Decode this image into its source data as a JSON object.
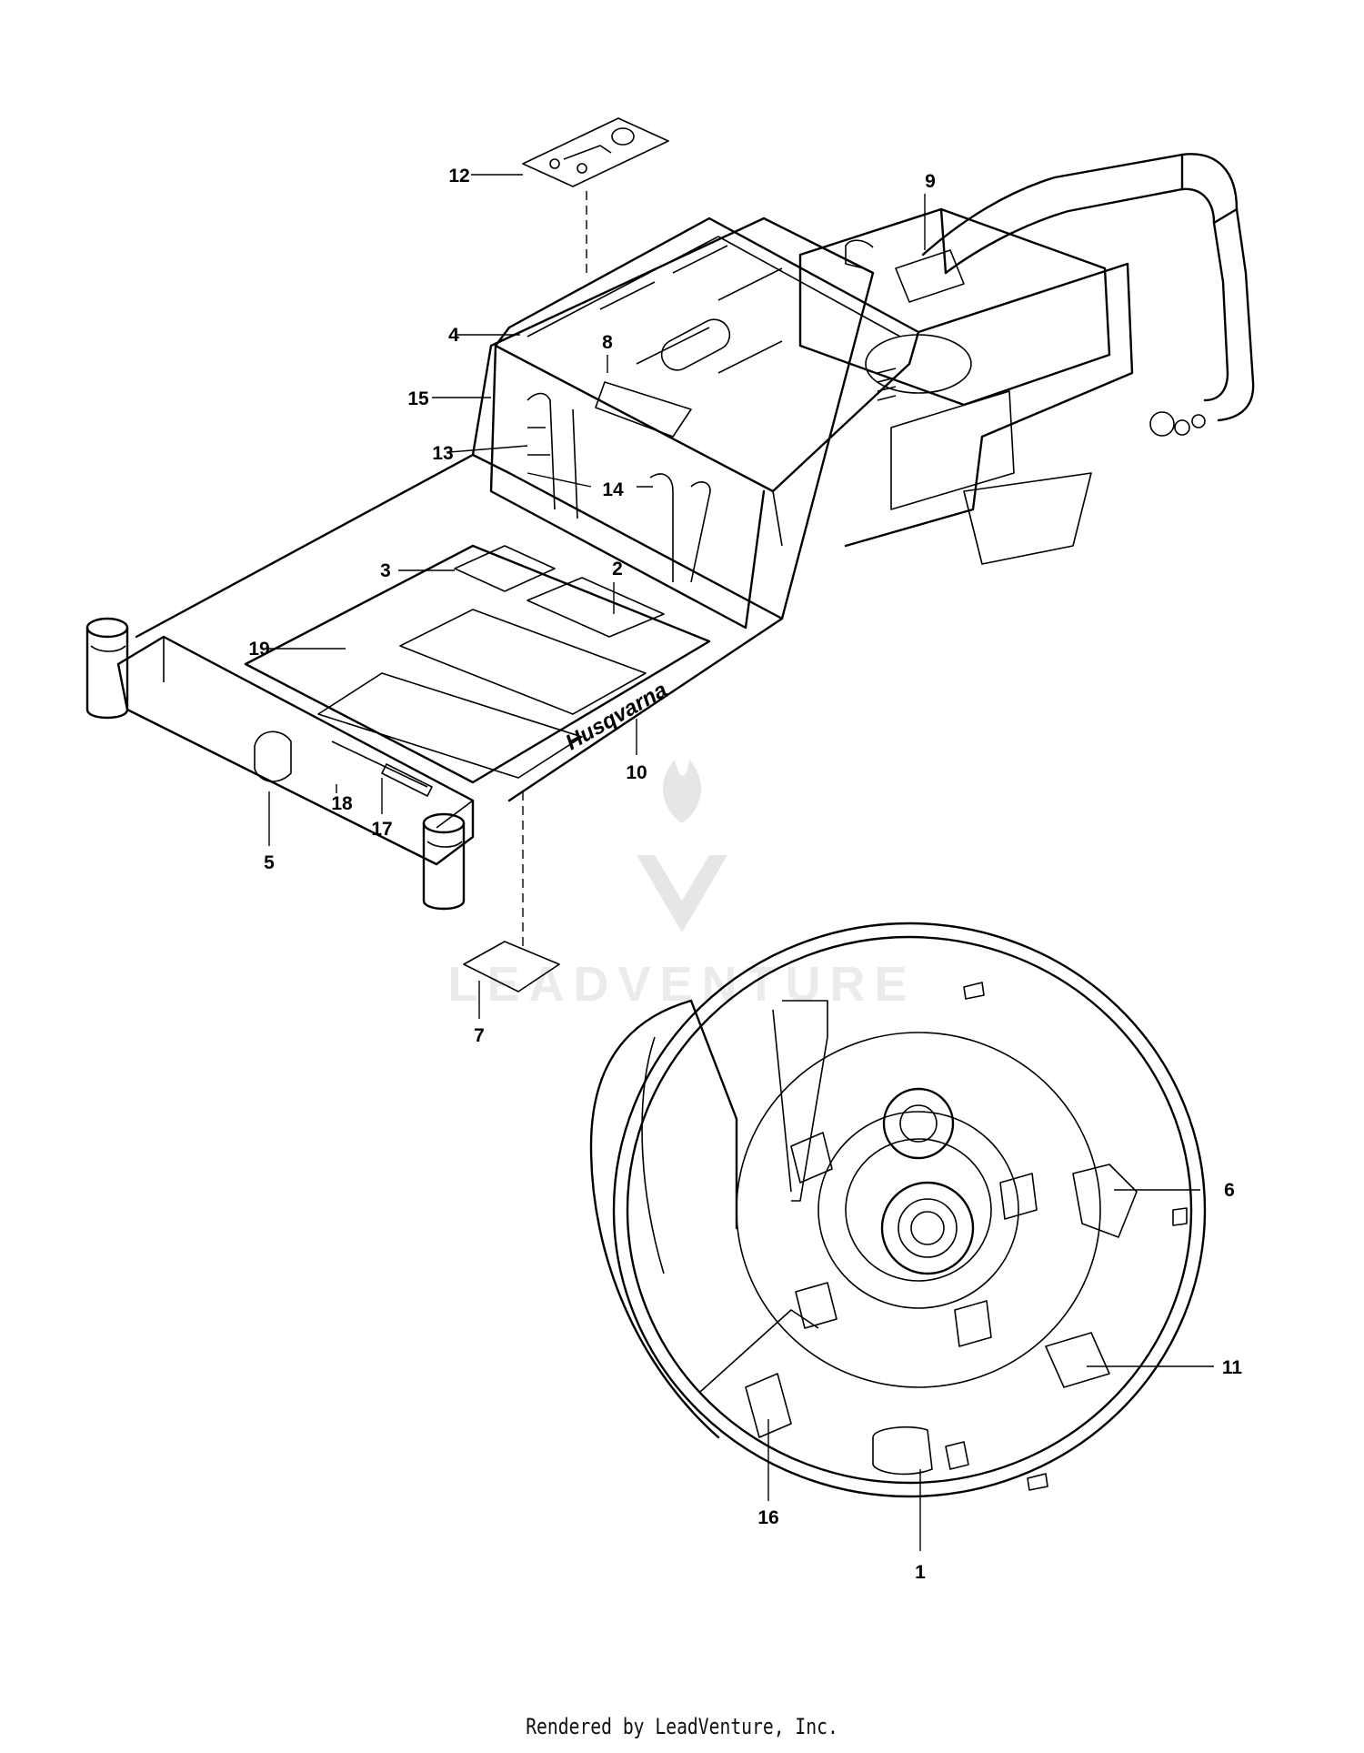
{
  "diagram": {
    "brand_decal_text": "Husqvarna",
    "watermark_text": "LEADVENTURE",
    "callouts": [
      {
        "id": "c1",
        "label": "1"
      },
      {
        "id": "c2",
        "label": "2"
      },
      {
        "id": "c3",
        "label": "3"
      },
      {
        "id": "c4",
        "label": "4"
      },
      {
        "id": "c5",
        "label": "5"
      },
      {
        "id": "c6",
        "label": "6"
      },
      {
        "id": "c7",
        "label": "7"
      },
      {
        "id": "c8",
        "label": "8"
      },
      {
        "id": "c9",
        "label": "9"
      },
      {
        "id": "c10",
        "label": "10"
      },
      {
        "id": "c11",
        "label": "11"
      },
      {
        "id": "c12",
        "label": "12"
      },
      {
        "id": "c13",
        "label": "13"
      },
      {
        "id": "c14",
        "label": "14"
      },
      {
        "id": "c15",
        "label": "15"
      },
      {
        "id": "c16",
        "label": "16"
      },
      {
        "id": "c17",
        "label": "17"
      },
      {
        "id": "c18",
        "label": "18"
      },
      {
        "id": "c19",
        "label": "19"
      }
    ]
  },
  "footer": {
    "text": "Rendered by LeadVenture, Inc."
  }
}
